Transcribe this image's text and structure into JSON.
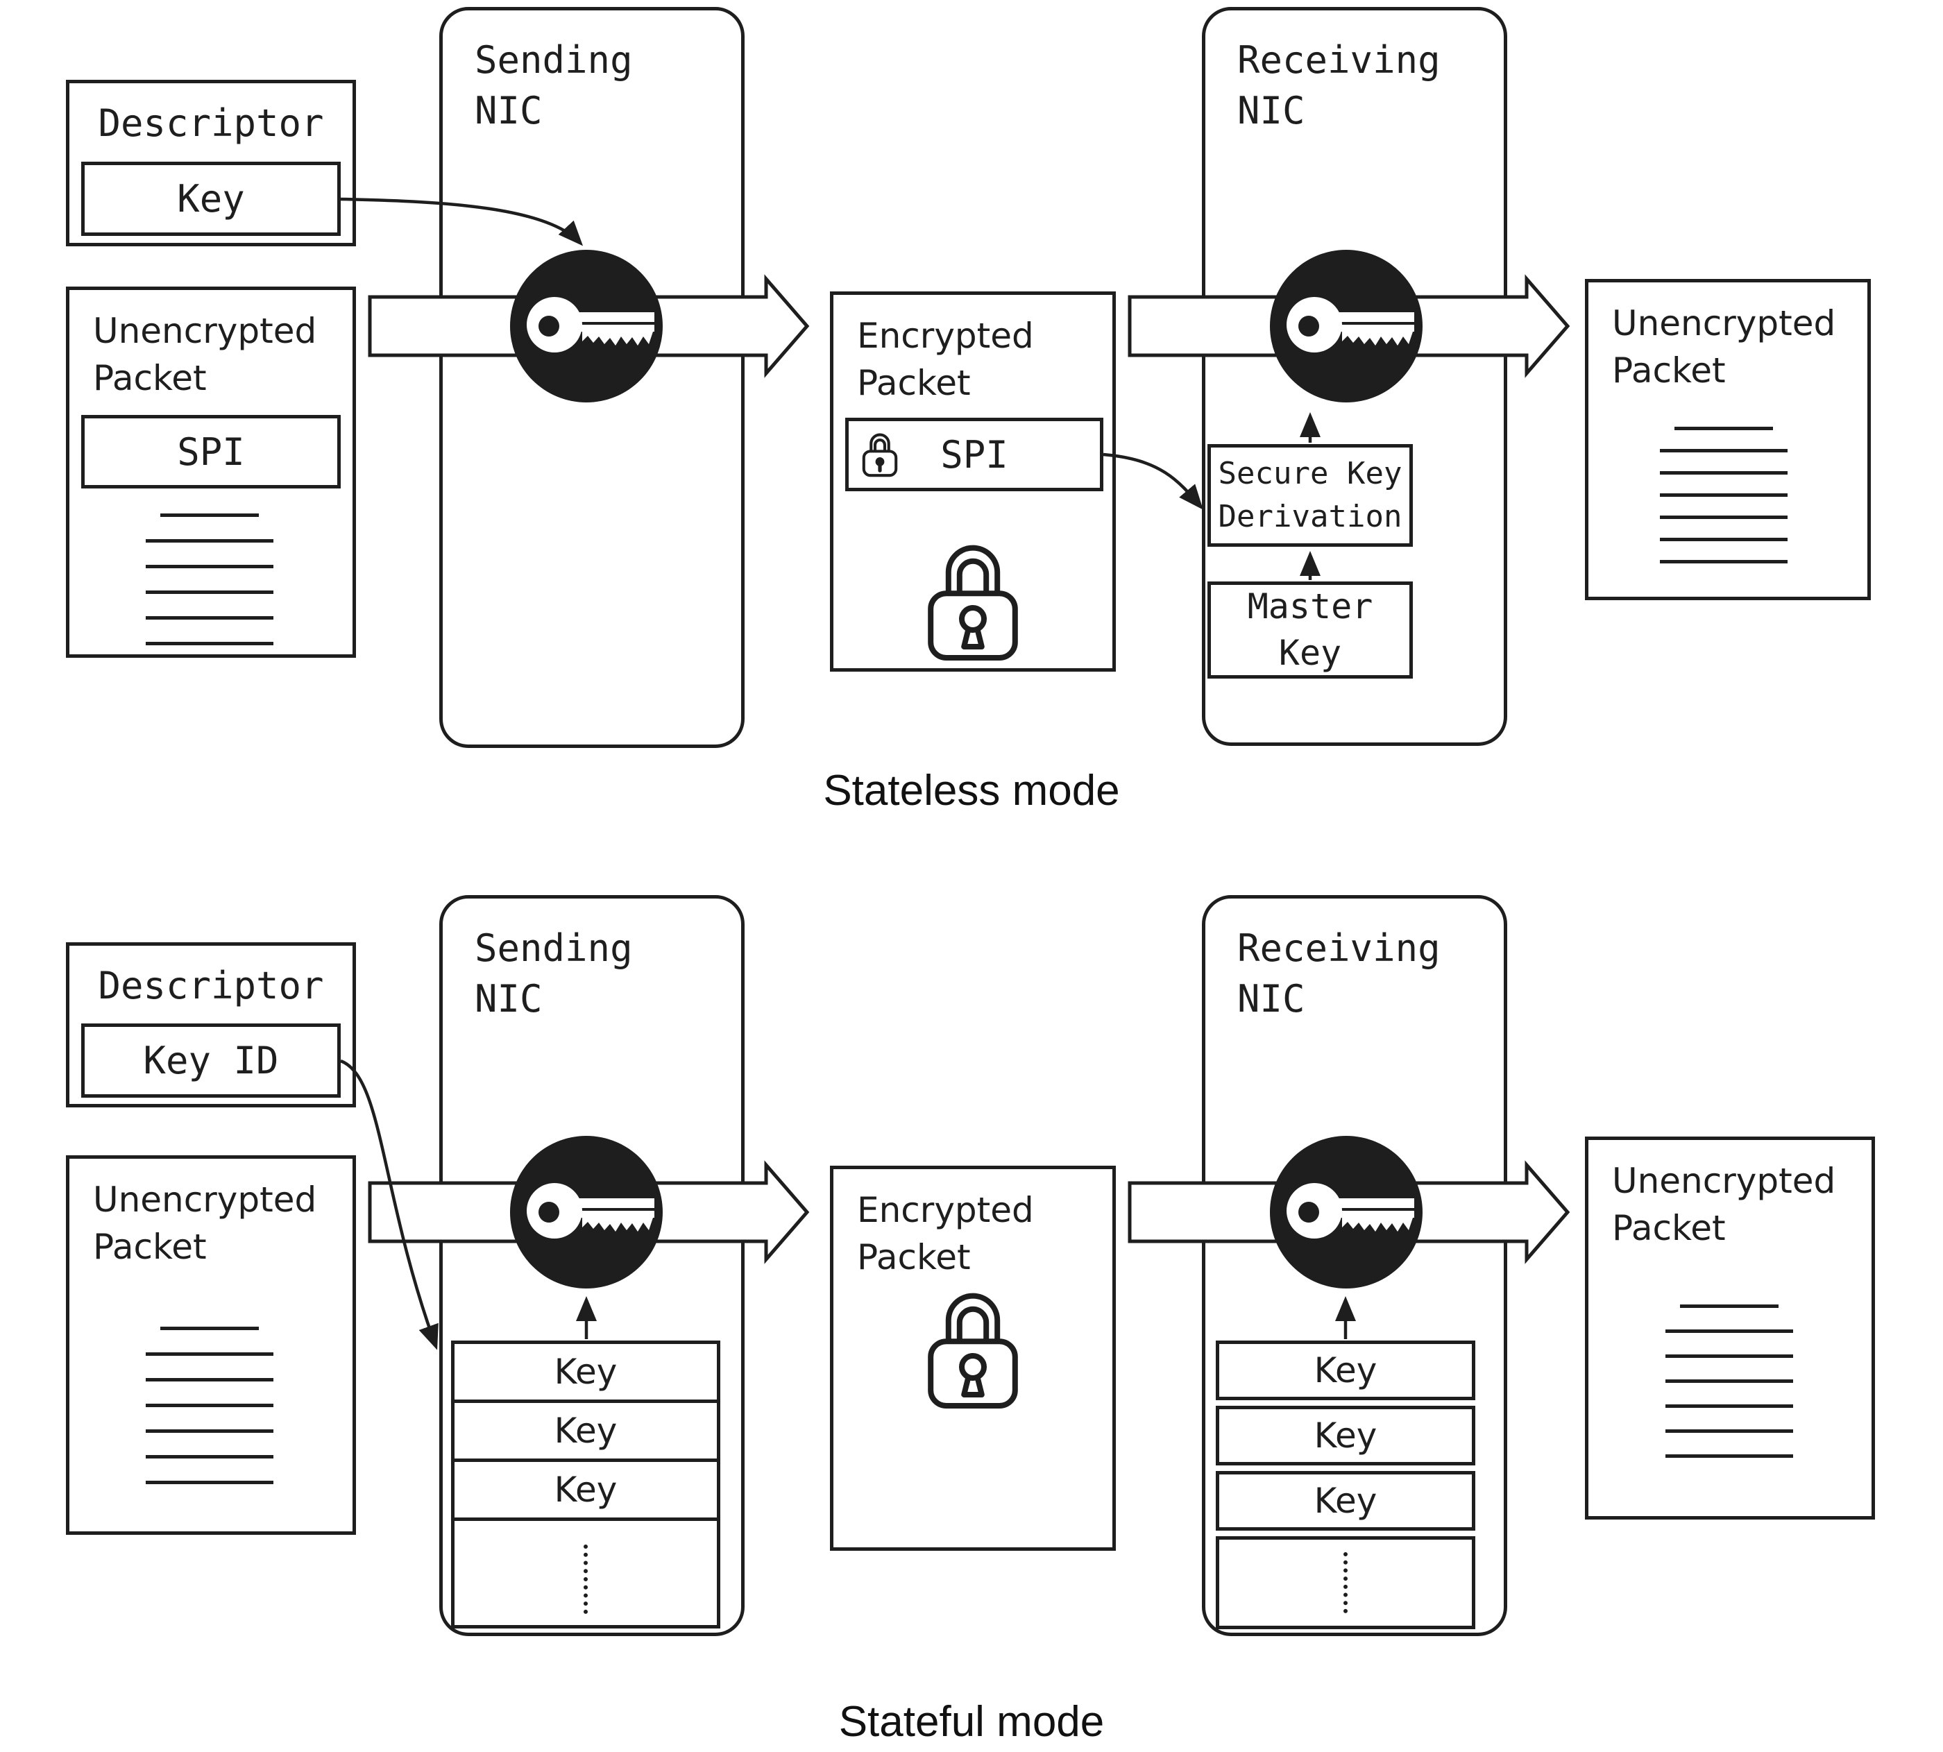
{
  "colors": {
    "ink": "#1e1e1e",
    "paper": "#ffffff"
  },
  "captions": {
    "stateless": "Stateless mode",
    "stateful": "Stateful mode"
  },
  "stateless": {
    "descriptor": {
      "title": "Descriptor",
      "key_field": "Key"
    },
    "source_packet": {
      "title": "Unencrypted\nPacket",
      "spi_field": "SPI"
    },
    "sending_nic": {
      "title": "Sending\nNIC"
    },
    "encrypted_packet": {
      "title": "Encrypted\nPacket",
      "spi_field": "SPI"
    },
    "receiving_nic": {
      "title": "Receiving\nNIC",
      "secure_key_derivation": "Secure Key\nDerivation",
      "master_key": "Master\nKey"
    },
    "output_packet": {
      "title": "Unencrypted\nPacket"
    }
  },
  "stateful": {
    "descriptor": {
      "title": "Descriptor",
      "key_id_field": "Key ID"
    },
    "source_packet": {
      "title": "Unencrypted\nPacket"
    },
    "sending_nic": {
      "title": "Sending\nNIC",
      "key_table": [
        "Key",
        "Key",
        "Key"
      ]
    },
    "encrypted_packet": {
      "title": "Encrypted\nPacket"
    },
    "receiving_nic": {
      "title": "Receiving\nNIC",
      "key_table": [
        "Key",
        "Key",
        "Key"
      ]
    },
    "output_packet": {
      "title": "Unencrypted\nPacket"
    }
  },
  "icons": {
    "encryption_key": "key-in-black-circle",
    "padlock": "closed-padlock-outline",
    "spi_lock": "small-padlock-outline",
    "flow_arrow": "hollow-right-arrow"
  }
}
